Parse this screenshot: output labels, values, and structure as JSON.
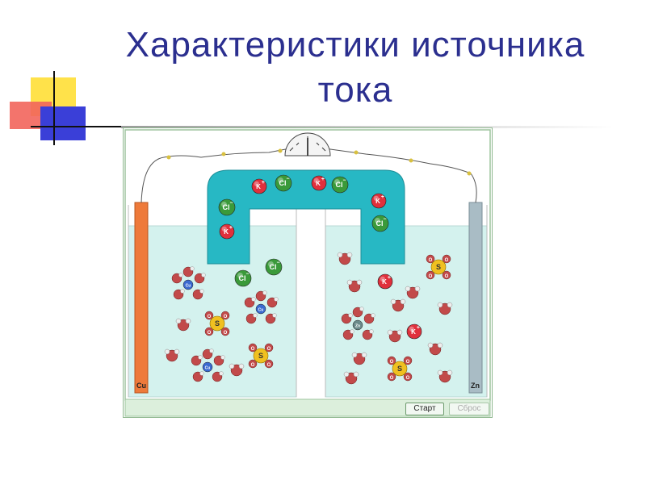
{
  "title": {
    "line1": "Характеристики источника",
    "line2": "тока"
  },
  "electrodes": {
    "left": "Cu",
    "right": "Zn"
  },
  "buttons": {
    "start": "Старт",
    "reset": "Сброс"
  },
  "ions": {
    "chloride": "Cl",
    "potassium": "K",
    "sulfur": "S",
    "oxygen": "O",
    "copper": "Cu",
    "zinc": "Zn"
  },
  "colors": {
    "title": "#2b2f8f",
    "solution": "#d4f2ee",
    "salt_bridge": "#27b8c4",
    "copper_electrode": "#ee7a3a",
    "zinc_electrode": "#a9bcc5",
    "chloride_ion": "#3a9a3a",
    "potassium_ion": "#e0303c",
    "sulfate_sulfur": "#f0c020",
    "water": "#c24a4a"
  }
}
